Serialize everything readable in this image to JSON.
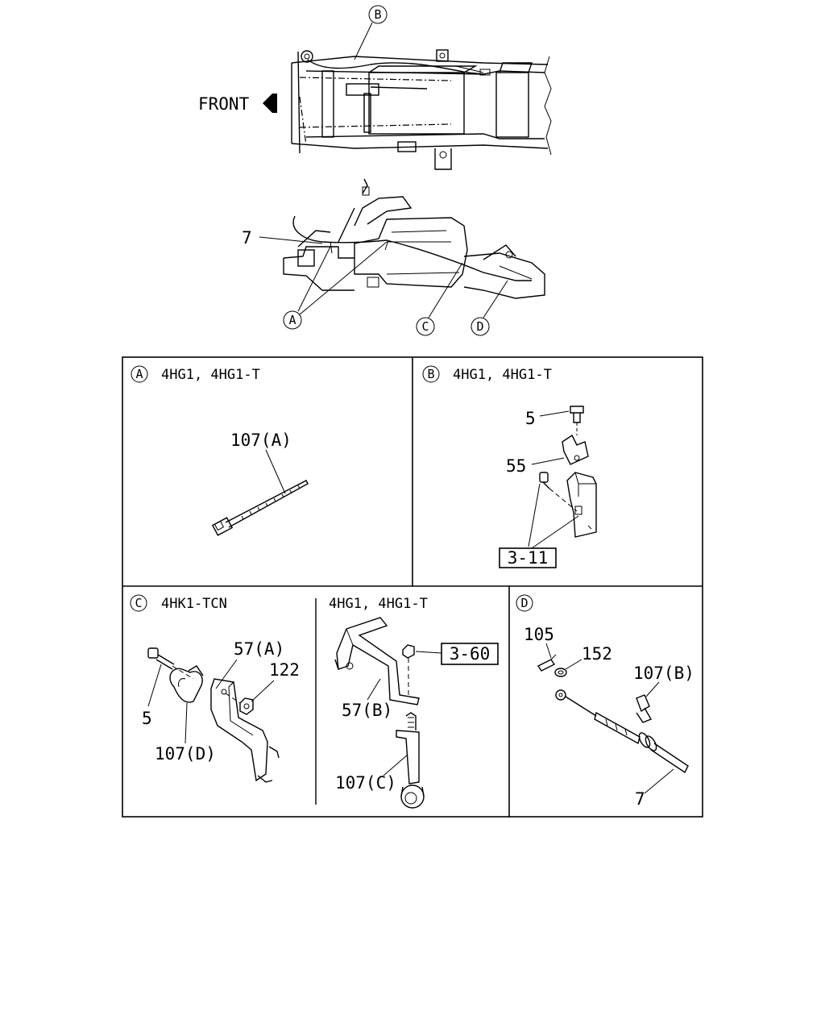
{
  "top_view": {
    "front_label": "FRONT",
    "callout_b": "B"
  },
  "side_view": {
    "part_7": "7",
    "callout_a": "A",
    "callout_c": "C",
    "callout_d": "D"
  },
  "panel_a": {
    "circle": "A",
    "engines": "4HG1, 4HG1-T",
    "part_107a": "107(A)"
  },
  "panel_b": {
    "circle": "B",
    "engines": "4HG1, 4HG1-T",
    "part_5": "5",
    "part_55": "55",
    "ref_box": "3-11"
  },
  "panel_c": {
    "circle": "C",
    "engines_left": "4HK1-TCN",
    "engines_right": "4HG1, 4HG1-T",
    "part_57a": "57(A)",
    "part_122": "122",
    "part_5": "5",
    "part_107d": "107(D)",
    "ref_box": "3-60",
    "part_57b": "57(B)",
    "part_107c": "107(C)"
  },
  "panel_d": {
    "circle": "D",
    "part_105": "105",
    "part_152": "152",
    "part_107b": "107(B)",
    "part_7": "7"
  }
}
